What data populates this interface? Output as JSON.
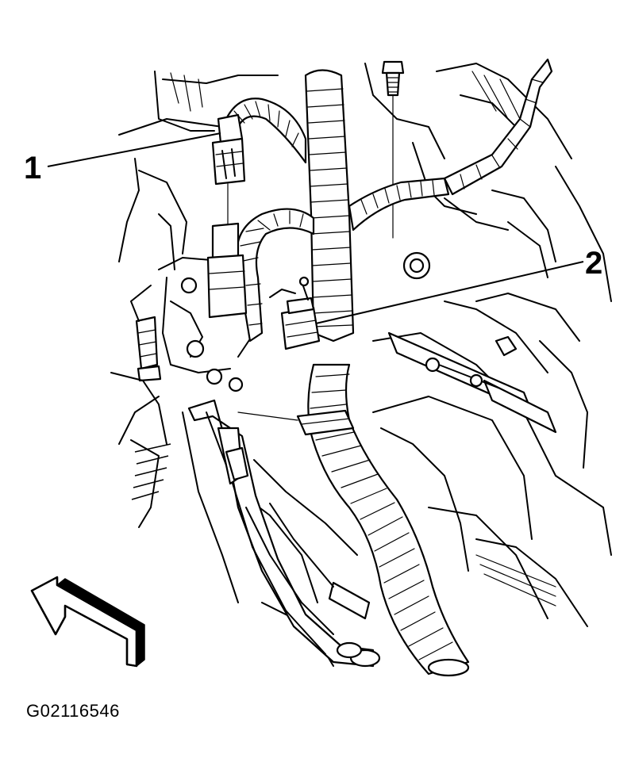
{
  "callouts": [
    {
      "id": "1",
      "label": "1"
    },
    {
      "id": "2",
      "label": "2"
    }
  ],
  "figure_id": "G02116546",
  "icons": {
    "direction_arrow": "front-direction-arrow-icon"
  }
}
